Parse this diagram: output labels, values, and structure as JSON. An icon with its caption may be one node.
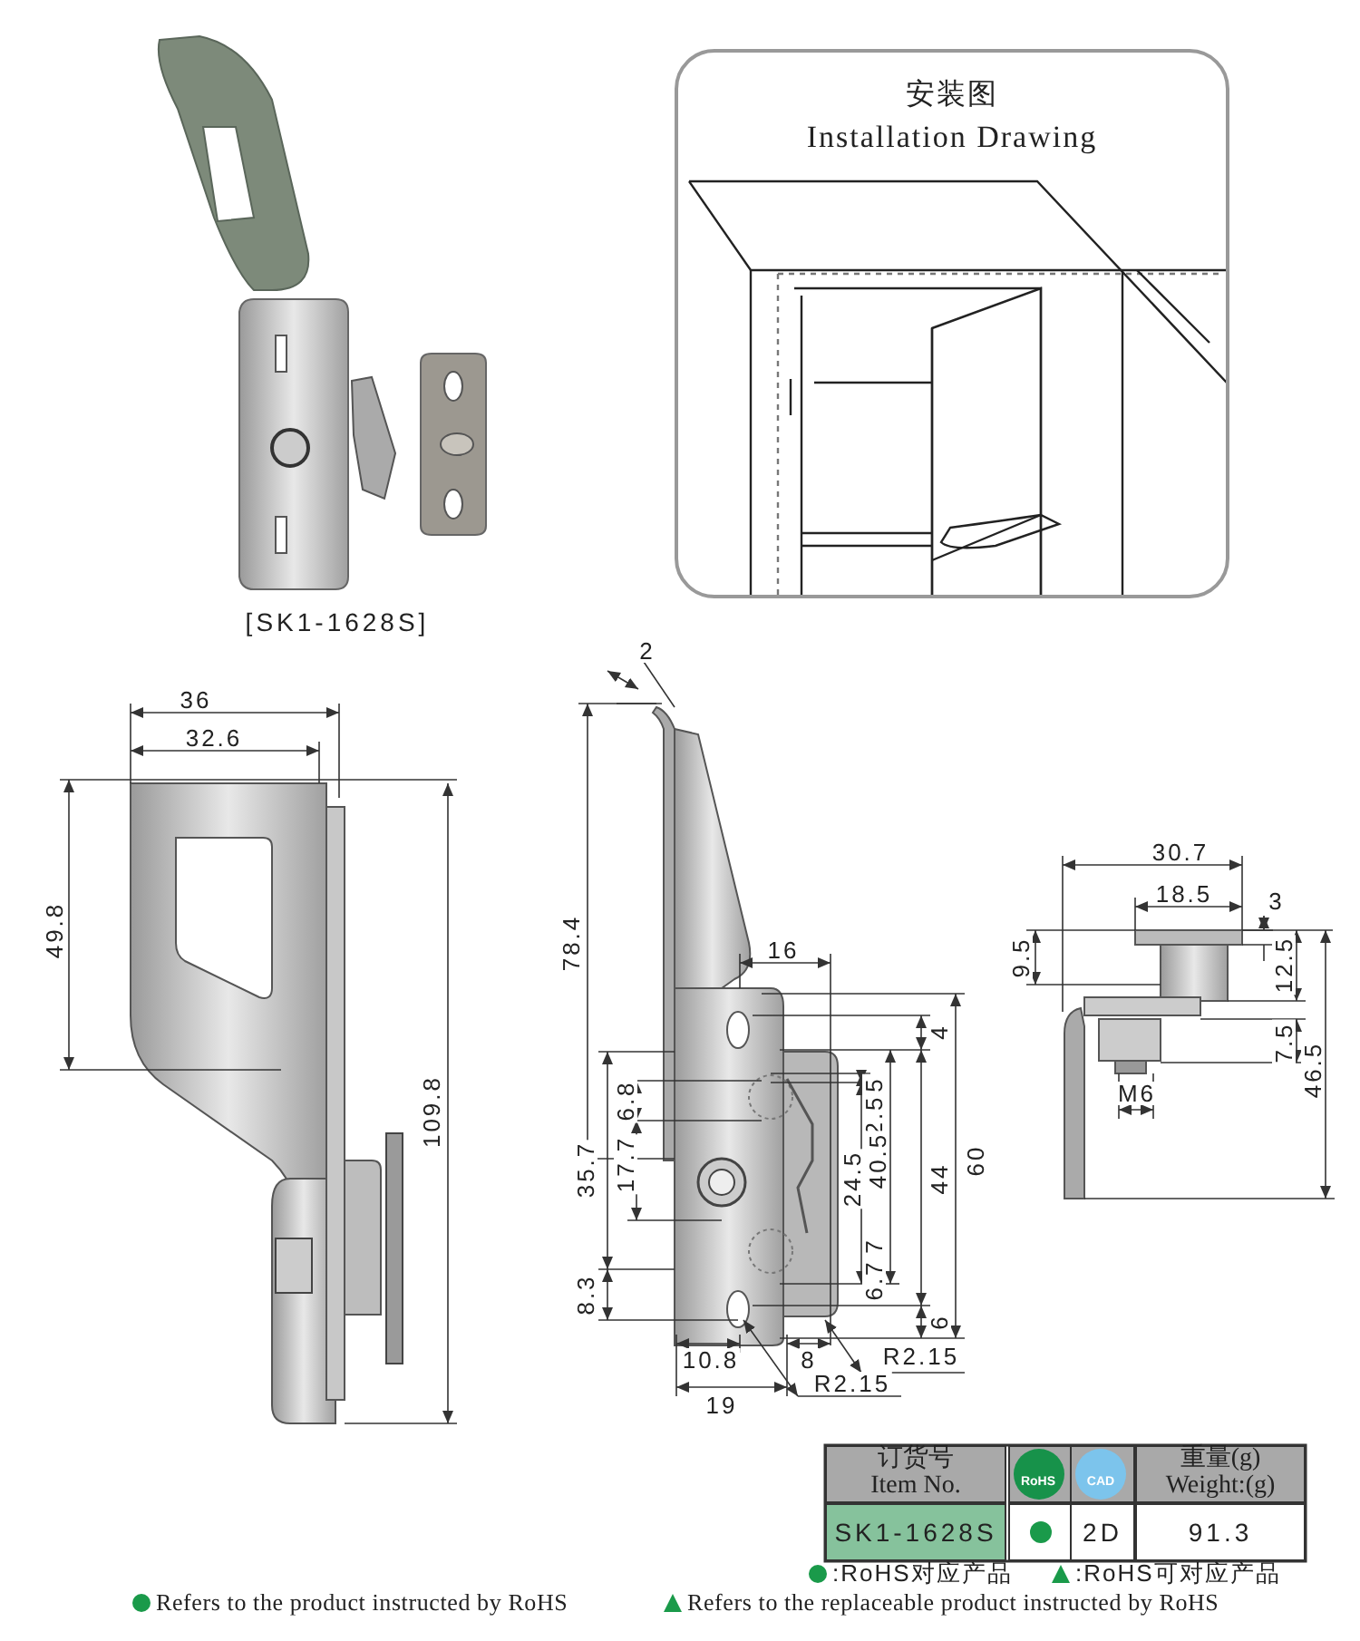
{
  "diagram": {
    "nodes": [
      {
        "text": [
          "安装图",
          "Installation Drawing"
        ]
      }
    ],
    "edges": [],
    "labels": [
      "[SK1-1628S]",
      "2",
      "36",
      "32.6",
      "30.7",
      "18.5",
      "3",
      "49.8",
      "78.4",
      "16",
      "9.5",
      "12.5",
      "4",
      "7.5",
      "5",
      "46.5",
      "109.8",
      "6.8",
      "M6",
      "2.5",
      "35.7",
      "17.7",
      "24.5",
      "40.5",
      "44",
      "60",
      "7",
      "8.3",
      "6.7",
      "6",
      "10.8",
      "8",
      "R2.15",
      "R2.15",
      "19",
      "订货号 Item No.",
      "RoHS",
      "CAD",
      "重量(g) Weight:(g)",
      "SK1-1628S",
      "2D",
      "91.3"
    ],
    "legend": [
      {
        "text": ":RoHS对应产品"
      },
      {
        "text": ":RoHS可对应产品"
      },
      {
        "text": "Refers to the product instructed by RoHS"
      },
      {
        "text": "Refers to the replaceable product instructed by RoHS"
      }
    ]
  }
}
